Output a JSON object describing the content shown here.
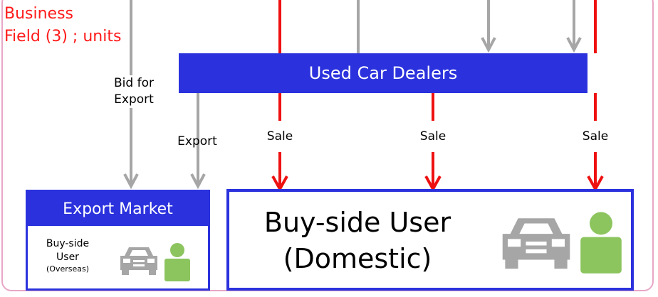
{
  "field_label": {
    "line1": "Business",
    "line2": "Field (3) ; units"
  },
  "dealers_label": "Used Car Dealers",
  "labels": {
    "bid_for": "Bid for",
    "export_word": "Export",
    "export": "Export",
    "sale_1": "Sale",
    "sale_2": "Sale",
    "sale_3": "Sale"
  },
  "export_market": {
    "title": "Export Market",
    "user_line1": "Buy-side",
    "user_line2": "User",
    "user_line3": "(Overseas)"
  },
  "domestic": {
    "line1": "Buy-side User",
    "line2": "(Domestic)"
  },
  "colors": {
    "accent_blue": "#2b32dd",
    "sale_red": "#ee1111",
    "flow_gray": "#a6a6a6",
    "frame_pink": "#e8a7c6",
    "person_green": "#8cc45e"
  },
  "icons": [
    "car-icon",
    "person-icon"
  ]
}
